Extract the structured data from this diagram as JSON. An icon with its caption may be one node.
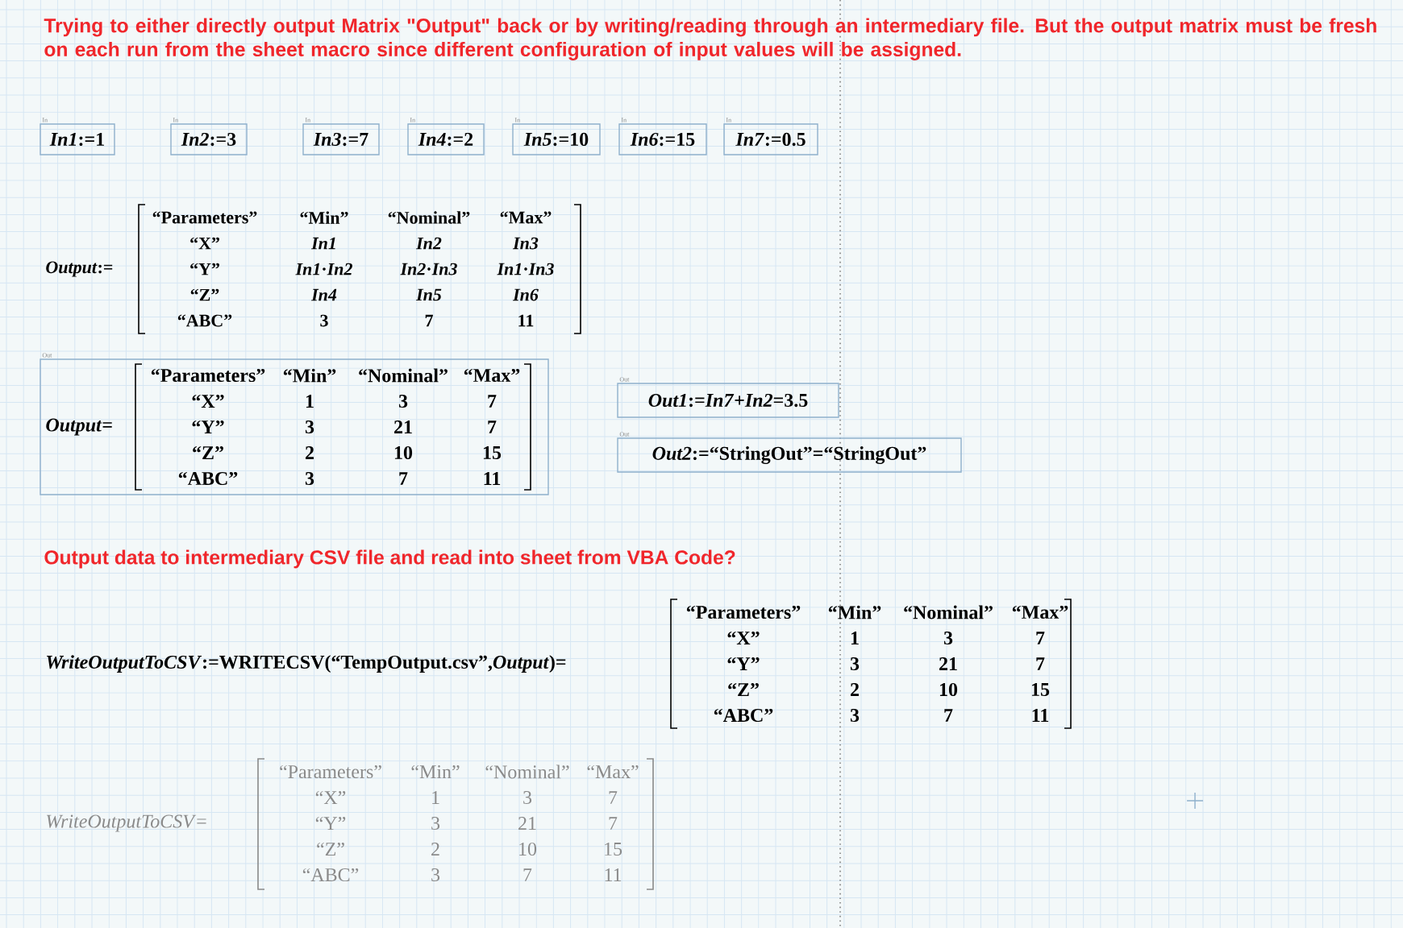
{
  "diagram": {
    "nodes": [
      {
        "text": [
          "*In1*:=1"
        ],
        "beside": [
          "In"
        ]
      },
      {
        "text": [
          "*In2*:=3"
        ],
        "beside": [
          "In"
        ]
      },
      {
        "text": [
          "*In3*:=7"
        ],
        "beside": [
          "In"
        ]
      },
      {
        "text": [
          "*In4*:=2"
        ],
        "beside": [
          "In"
        ]
      },
      {
        "text": [
          "*In5*:=10"
        ],
        "beside": [
          "In"
        ]
      },
      {
        "text": [
          "*In6*:=15"
        ],
        "beside": [
          "In"
        ]
      },
      {
        "text": [
          "*In7*:=0.5"
        ],
        "beside": [
          "In"
        ]
      },
      {
        "text": [
          "*Output*=",
          "“Parameters”",
          "“Min”",
          "“Nominal”",
          "“Max”",
          "“X”",
          "1",
          "3",
          "7",
          "“Y”",
          "3",
          "21",
          "7",
          "“Z”",
          "2",
          "10",
          "15",
          "“ABC”",
          "3",
          "7",
          "11"
        ],
        "beside": [
          "Out"
        ]
      },
      {
        "text": [
          "*Out1*:=*In7*+*In2*=3.5"
        ],
        "beside": [
          "Out"
        ]
      },
      {
        "text": [
          "*Out2*:=“StringOut”=“StringOut”"
        ],
        "beside": [
          "Out"
        ]
      }
    ],
    "labels": [
      "Trying to either directly output Matrix \"Output\" back or by writing/reading through an intermediary file. But the output matrix must be fresh on each run from the sheet macro since different configuration of input values will be assigned.",
      "*Output*:=",
      "“Parameters”",
      "“Min”",
      "“Nominal”",
      "“Max”",
      "“X”",
      "*In1*",
      "*In2*",
      "*In3*",
      "“Y”",
      "*In1*·*In2*",
      "*In2*·*In3*",
      "*In1*·*In3*",
      "“Z”",
      "*In4*",
      "*In5*",
      "*In6*",
      "“ABC”",
      "3",
      "7",
      "11",
      "Output data to intermediary CSV file and read into sheet from VBA Code?",
      "*WriteOutputToCSV*:=WRITECSV(“TempOutput.csv”,*Output*)=",
      "“Parameters”",
      "“Min”",
      "“Nominal”",
      "“Max”",
      "“X”",
      "1",
      "3",
      "7",
      "“Y”",
      "3",
      "21",
      "7",
      "“Z”",
      "2",
      "10",
      "15",
      "“ABC”",
      "3",
      "7",
      "11",
      "*WriteOutputToCSV*=",
      "“Parameters”",
      "“Min”",
      "“Nominal”",
      "“Max”",
      "“X”",
      "1",
      "3",
      "7",
      "“Y”",
      "3",
      "21",
      "7",
      "“Z”",
      "2",
      "10",
      "15",
      "“ABC”",
      "3",
      "7",
      "11"
    ]
  }
}
